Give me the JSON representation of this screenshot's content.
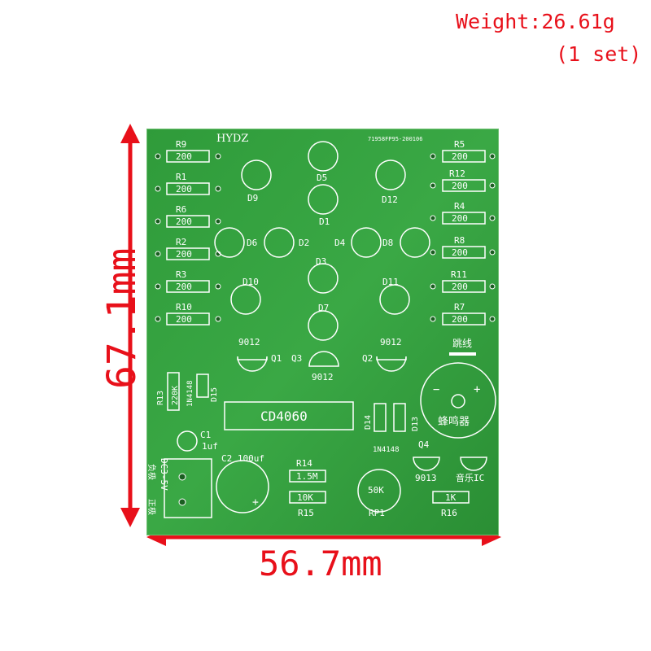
{
  "header": {
    "weight": "Weight:26.61g",
    "set": "(1 set)"
  },
  "dimensions": {
    "height": "67.1mm",
    "width": "56.7mm"
  },
  "board": {
    "brand": "HYDZ",
    "code": "71958FP95-200106",
    "resistors_left": [
      {
        "name": "R9",
        "value": "200"
      },
      {
        "name": "R1",
        "value": "200"
      },
      {
        "name": "R6",
        "value": "200"
      },
      {
        "name": "R2",
        "value": "200"
      },
      {
        "name": "R3",
        "value": "200"
      },
      {
        "name": "R10",
        "value": "200"
      }
    ],
    "resistors_right": [
      {
        "name": "R5",
        "value": "200"
      },
      {
        "name": "R12",
        "value": "200"
      },
      {
        "name": "R4",
        "value": "200"
      },
      {
        "name": "R8",
        "value": "200"
      },
      {
        "name": "R11",
        "value": "200"
      },
      {
        "name": "R7",
        "value": "200"
      }
    ],
    "leds": [
      "D5",
      "D9",
      "D12",
      "D1",
      "D6",
      "D2",
      "D4",
      "D8",
      "D3",
      "D10",
      "D11",
      "D7"
    ],
    "transistors": [
      "9012",
      "Q1",
      "Q3",
      "9012",
      "9012",
      "Q2"
    ],
    "jumper": "跳线",
    "r13": {
      "name": "R13",
      "value": "220K"
    },
    "d15": {
      "name": "D15",
      "value": "1N4148"
    },
    "ic": "CD4060",
    "d14": "D14",
    "d13": "D13",
    "diode_value": "1N4148",
    "buzzer": "蜂鸣器",
    "buzzer_minus": "−",
    "buzzer_plus": "+",
    "power": "DC3-5V",
    "c1": {
      "name": "C1",
      "value": "1uf"
    },
    "c2": "C2 100uf",
    "cap_plus": "+",
    "neg": "负极",
    "pos": "正极",
    "r14": {
      "name": "R14",
      "value": "1.5M"
    },
    "r15": {
      "name": "R15",
      "value": "10K"
    },
    "rp1": {
      "name": "RP1",
      "value": "50K"
    },
    "q4": {
      "name": "Q4",
      "value": "9013"
    },
    "music_ic": "音乐IC",
    "r16": {
      "name": "R16",
      "value": "1K"
    }
  }
}
